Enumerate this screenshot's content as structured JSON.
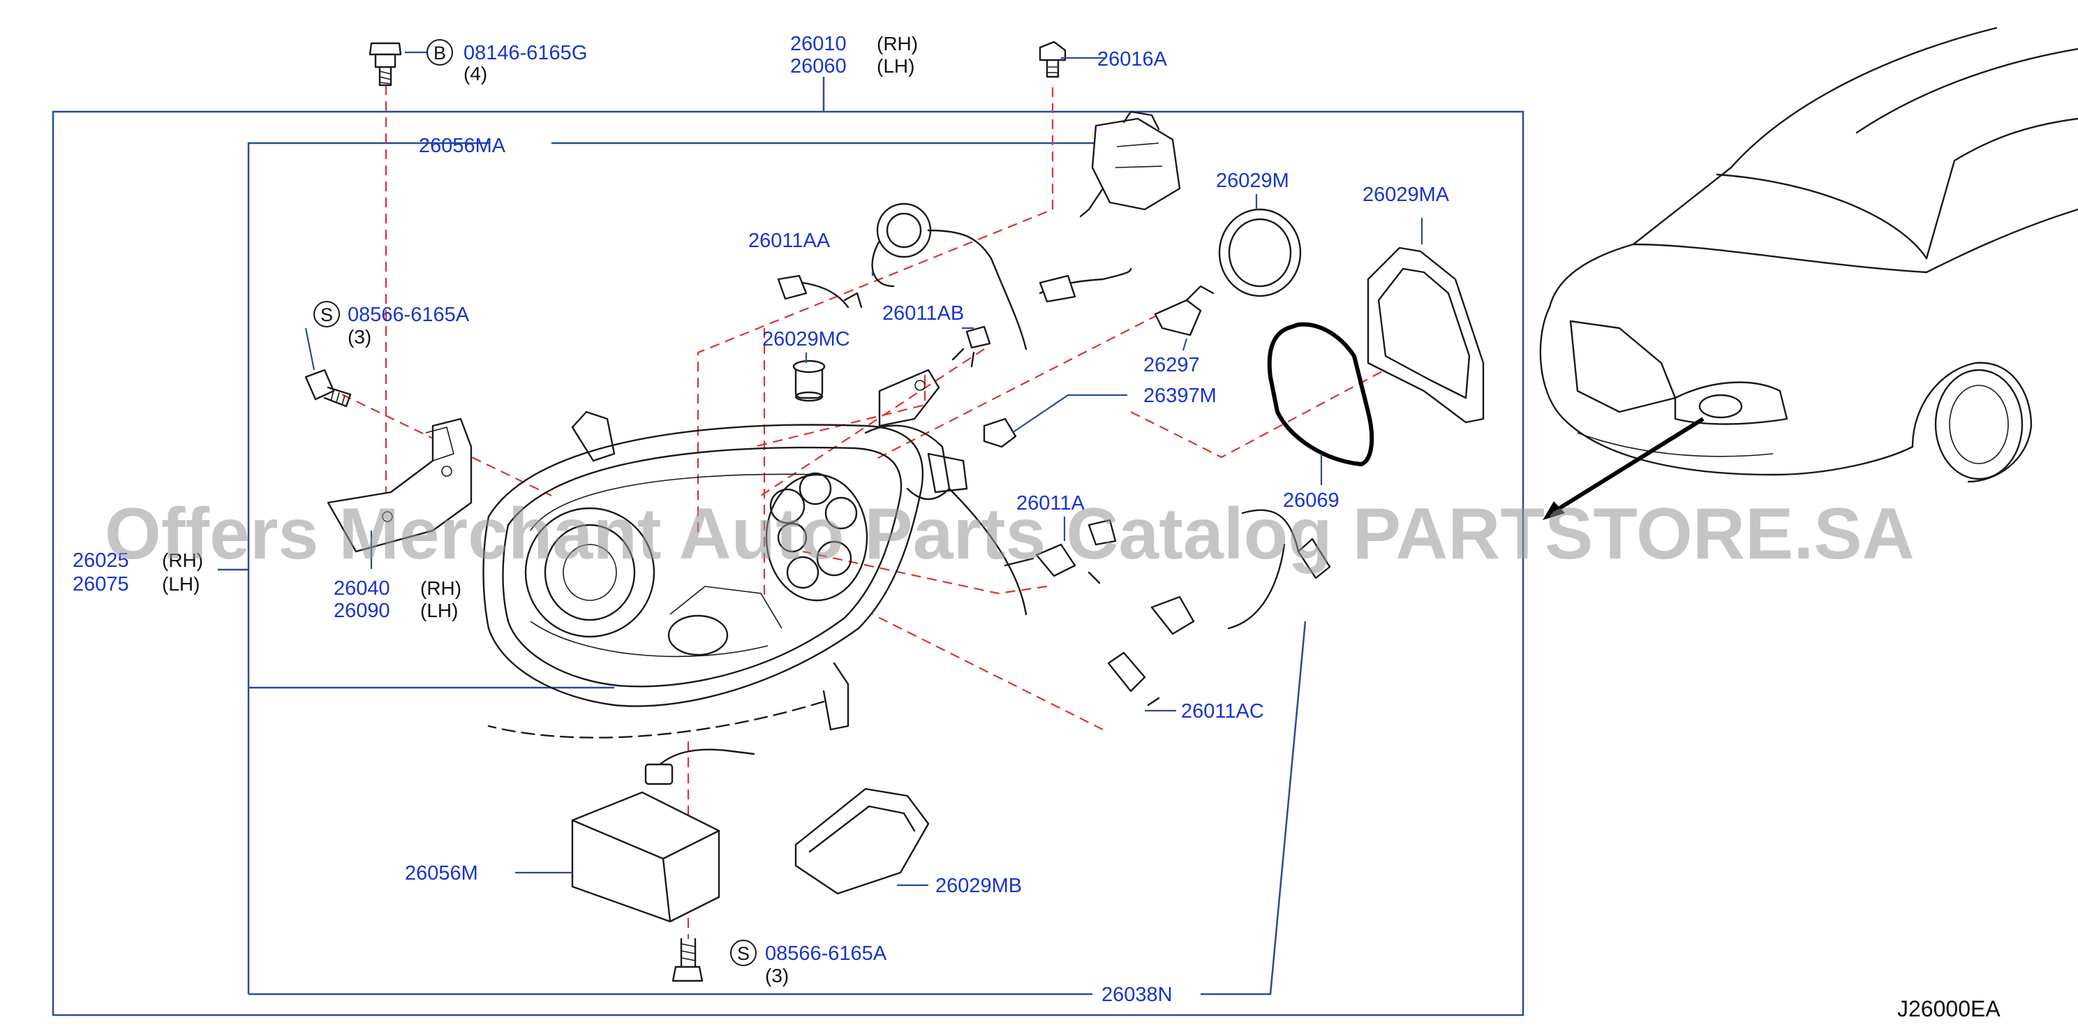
{
  "diagram_code": "J26000EA",
  "watermark": "Offers Merchant Auto Parts Catalog PARTSTORE.SA",
  "colors": {
    "part_number": "#1a33cc",
    "leader": "#2a4a9a",
    "dashed": "#e03030",
    "line_art": "#1a1a1a"
  },
  "labels": {
    "p26010": "26010",
    "p26010_side": "(RH)",
    "p26060": "26060",
    "p26060_side": "(LH)",
    "p08146": "08146-6165G",
    "p08146_qty": "(4)",
    "p08146_badge": "B",
    "p26016A": "26016A",
    "p26056MA": "26056MA",
    "p26029M": "26029M",
    "p26029MA": "26029MA",
    "p26011AA": "26011AA",
    "p08566_upper": "08566-6165A",
    "p08566_upper_qty": "(3)",
    "p08566_upper_badge": "S",
    "p26011AB": "26011AB",
    "p26029MC": "26029MC",
    "p26297": "26297",
    "p26397M": "26397M",
    "p26069": "26069",
    "p26025": "26025",
    "p26025_side": "(RH)",
    "p26075": "26075",
    "p26075_side": "(LH)",
    "p26040": "26040",
    "p26040_side": "(RH)",
    "p26090": "26090",
    "p26090_side": "(LH)",
    "p26011A": "26011A",
    "p26011AC": "26011AC",
    "p26056M": "26056M",
    "p26029MB": "26029MB",
    "p08566_lower": "08566-6165A",
    "p08566_lower_qty": "(3)",
    "p08566_lower_badge": "S",
    "p26038N": "26038N"
  }
}
